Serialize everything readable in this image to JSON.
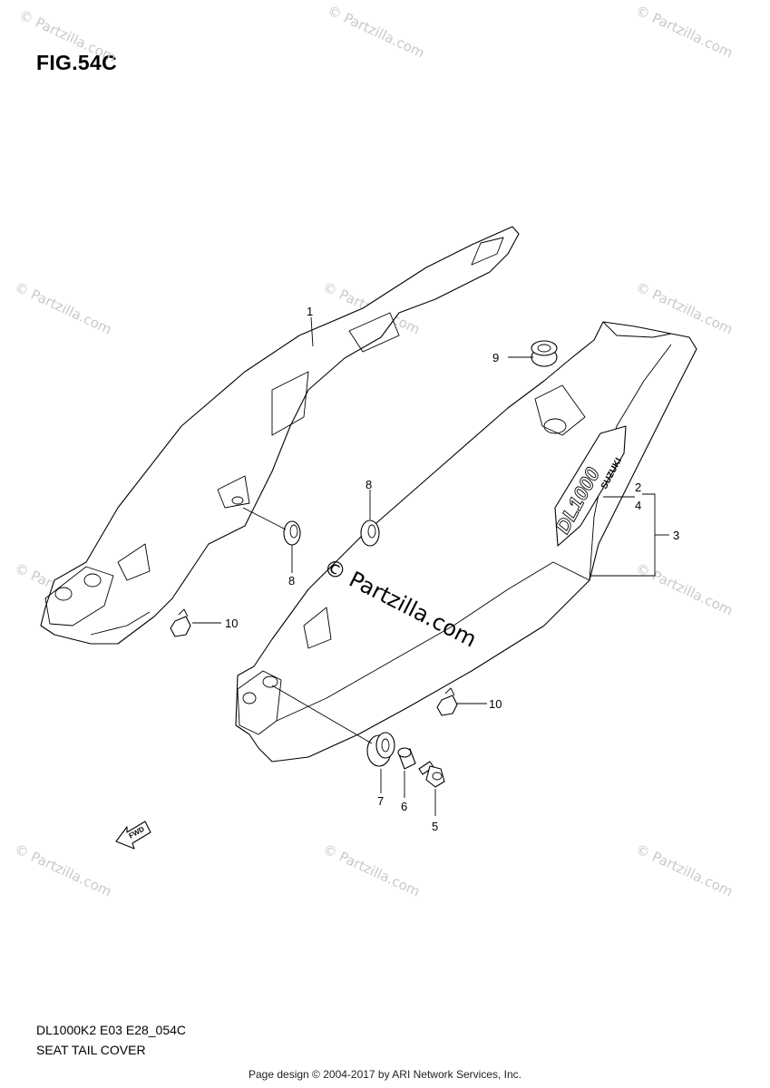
{
  "figure": {
    "title": "FIG.54C",
    "model_code": "DL1000K2 E03 E28_054C",
    "caption": "SEAT TAIL COVER"
  },
  "footer": "Page design © 2004-2017 by ARI Network Services, Inc.",
  "watermark": {
    "small": "© Partzilla.com",
    "center": "© Partzilla.com"
  },
  "decal_text": {
    "model": "DL1000",
    "brand": "SUZUKI"
  },
  "fwd_label": "FWD",
  "callouts": {
    "c1": "1",
    "c2": "2",
    "c3": "3",
    "c4": "4",
    "c5": "5",
    "c6": "6",
    "c7": "7",
    "c8a": "8",
    "c8b": "8",
    "c9": "9",
    "c10a": "10",
    "c10b": "10"
  }
}
